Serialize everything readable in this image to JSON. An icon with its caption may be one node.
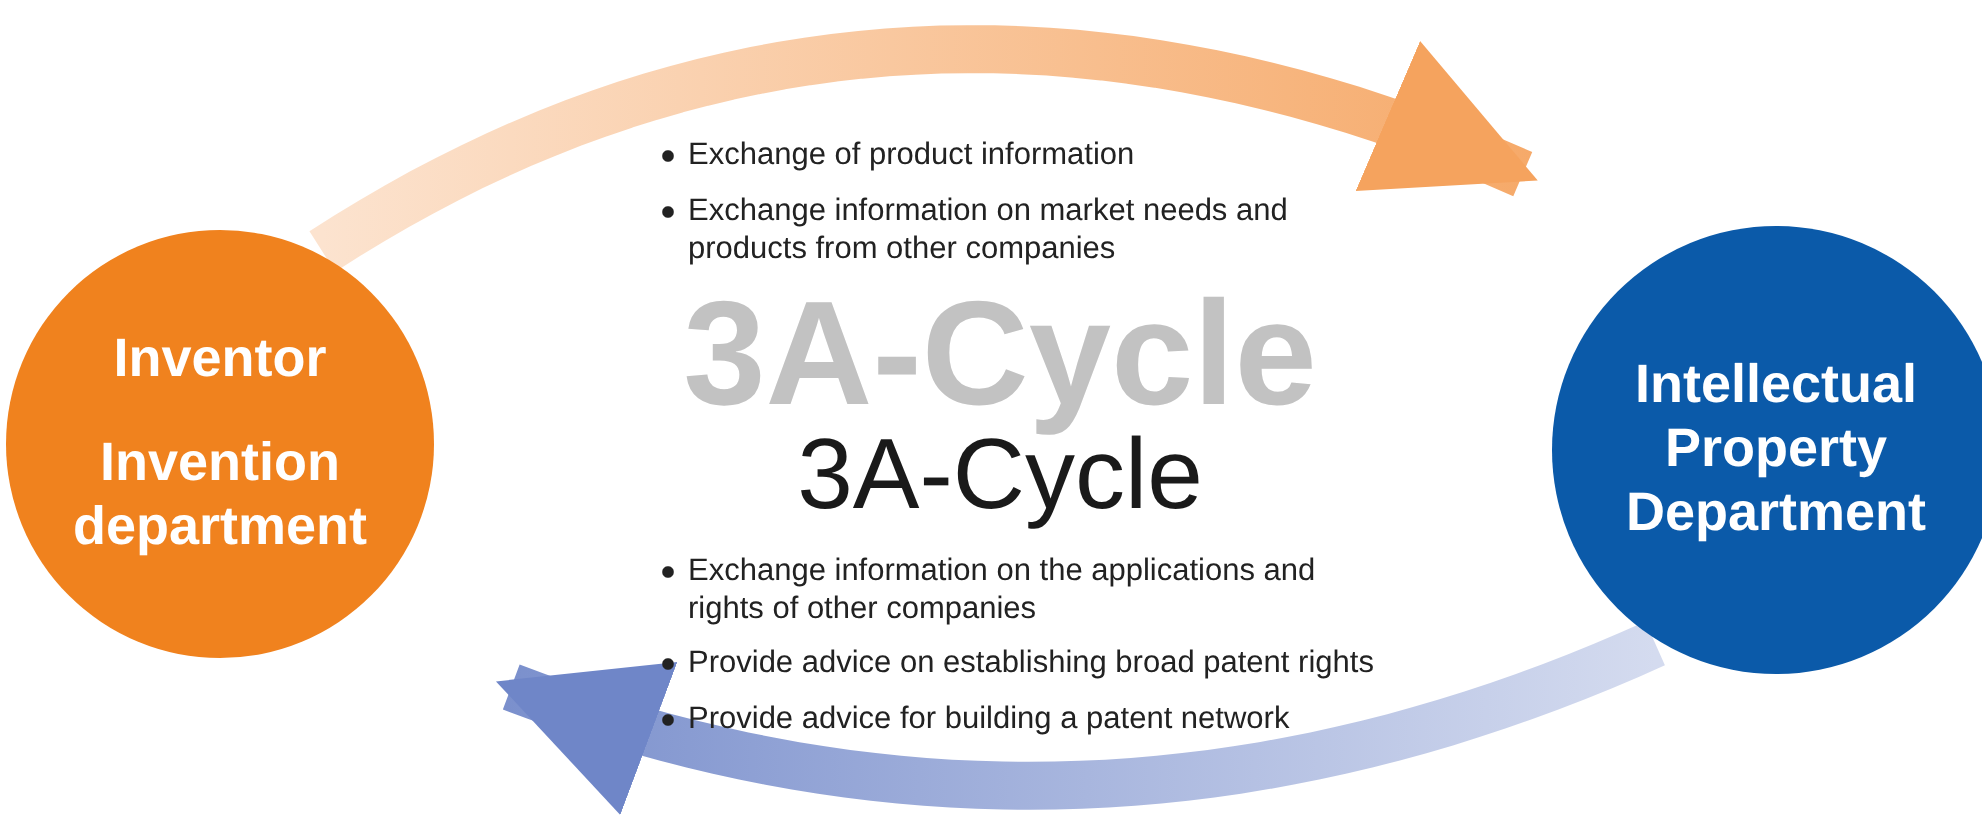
{
  "diagram": {
    "title": "3A-Cycle",
    "nodes": [
      {
        "text": [
          "Inventor",
          "Invention department"
        ]
      },
      {
        "text": [
          "Intellectual Property Department"
        ]
      }
    ],
    "edges": [
      {
        "from": 0,
        "to": 1,
        "arrow": "to",
        "style": "thick",
        "color": "#f5a35e"
      },
      {
        "from": 1,
        "to": 0,
        "arrow": "to",
        "style": "thick",
        "color": "#6f86c8"
      }
    ],
    "labels": [
      "3A-Cycle",
      "Exchange of product information",
      "Exchange information on market needs and products from other companies",
      "Exchange information on the applications and rights of other companies",
      "Provide advice on establishing broad patent rights",
      "Provide advice for building a patent network"
    ]
  }
}
